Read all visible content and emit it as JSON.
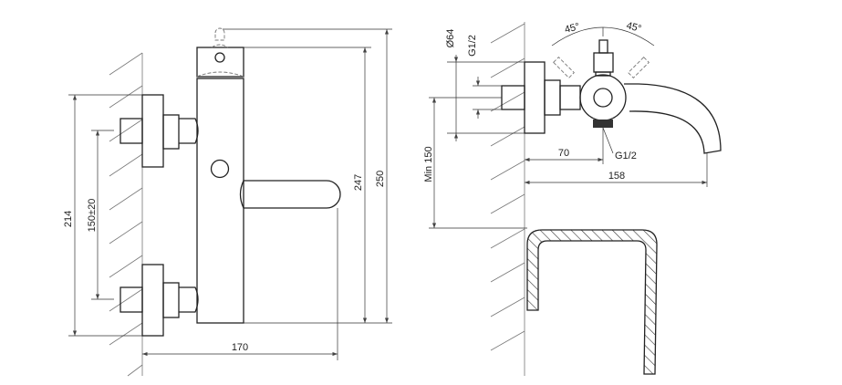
{
  "front_view": {
    "dim_height_inlets": "214",
    "dim_inlet_spacing": "150±20",
    "dim_height_body": "247",
    "dim_height_total": "250",
    "dim_depth": "170"
  },
  "side_view": {
    "dim_escutcheon_diameter": "Ø64",
    "dim_inlet_thread": "G1/2",
    "dim_angle_left": "45°",
    "dim_angle_right": "45°",
    "dim_min_height": "Min 150",
    "dim_outlet_offset": "70",
    "dim_outlet_thread": "G1/2",
    "dim_spout_projection": "158"
  }
}
